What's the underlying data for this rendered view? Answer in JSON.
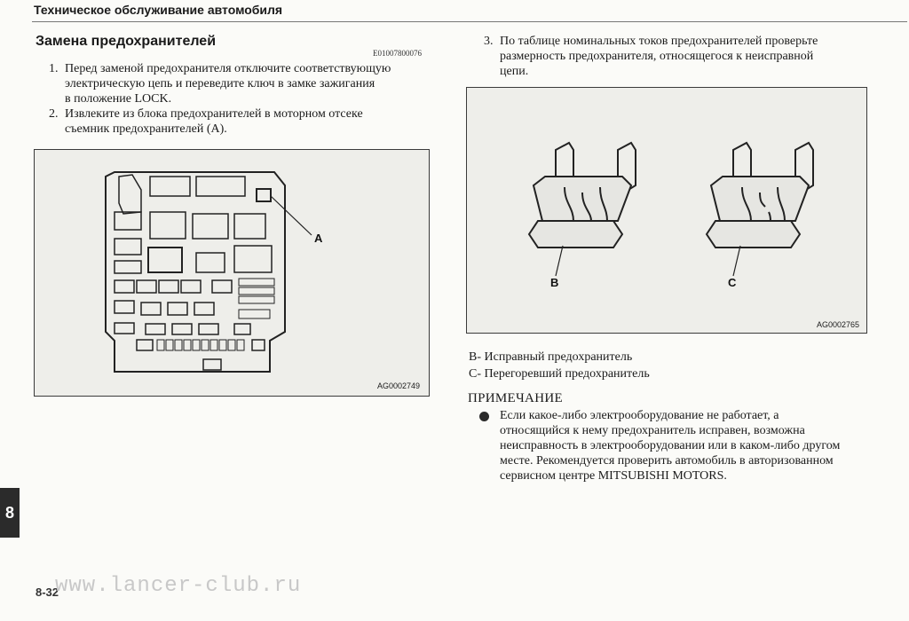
{
  "header": {
    "title": "Техническое обслуживание автомобиля"
  },
  "section": {
    "title": "Замена предохранителей",
    "code": "E01007800076"
  },
  "steps": [
    {
      "num": "1.",
      "text": "Перед заменой предохранителя отключите соответствующую\nэлектрическую цепь и переведите ключ в замке зажигания\nв положение LOCK."
    },
    {
      "num": "2.",
      "text": "Извлеките из блока предохранителей в моторном отсеке\nсъемник предохранителей (A)."
    },
    {
      "num": "3.",
      "text": "По таблице номинальных токов предохранителей проверьте\nразмерность предохранителя, относящегося к неисправной\nцепи."
    }
  ],
  "figures": {
    "fuse_box": {
      "code": "AG0002749",
      "callout": "A"
    },
    "fuses": {
      "code": "AG0002765",
      "callout_left": "B",
      "callout_right": "C"
    }
  },
  "legend": {
    "b": "B- Исправный предохранитель",
    "c": "C- Перегоревший предохранитель"
  },
  "note": {
    "title": "ПРИМЕЧАНИЕ",
    "text": "Если какое-либо электрооборудование не работает, а\nотносящийся к нему предохранитель исправен, возможна\nнеисправность в электрооборудовании или в каком-либо другом\nместе. Рекомендуется проверить автомобиль в авторизованном\nсервисном центре MITSUBISHI MOTORS."
  },
  "chapter_tab": "8",
  "page_number": "8-32",
  "watermark": "www.lancer-club.ru"
}
